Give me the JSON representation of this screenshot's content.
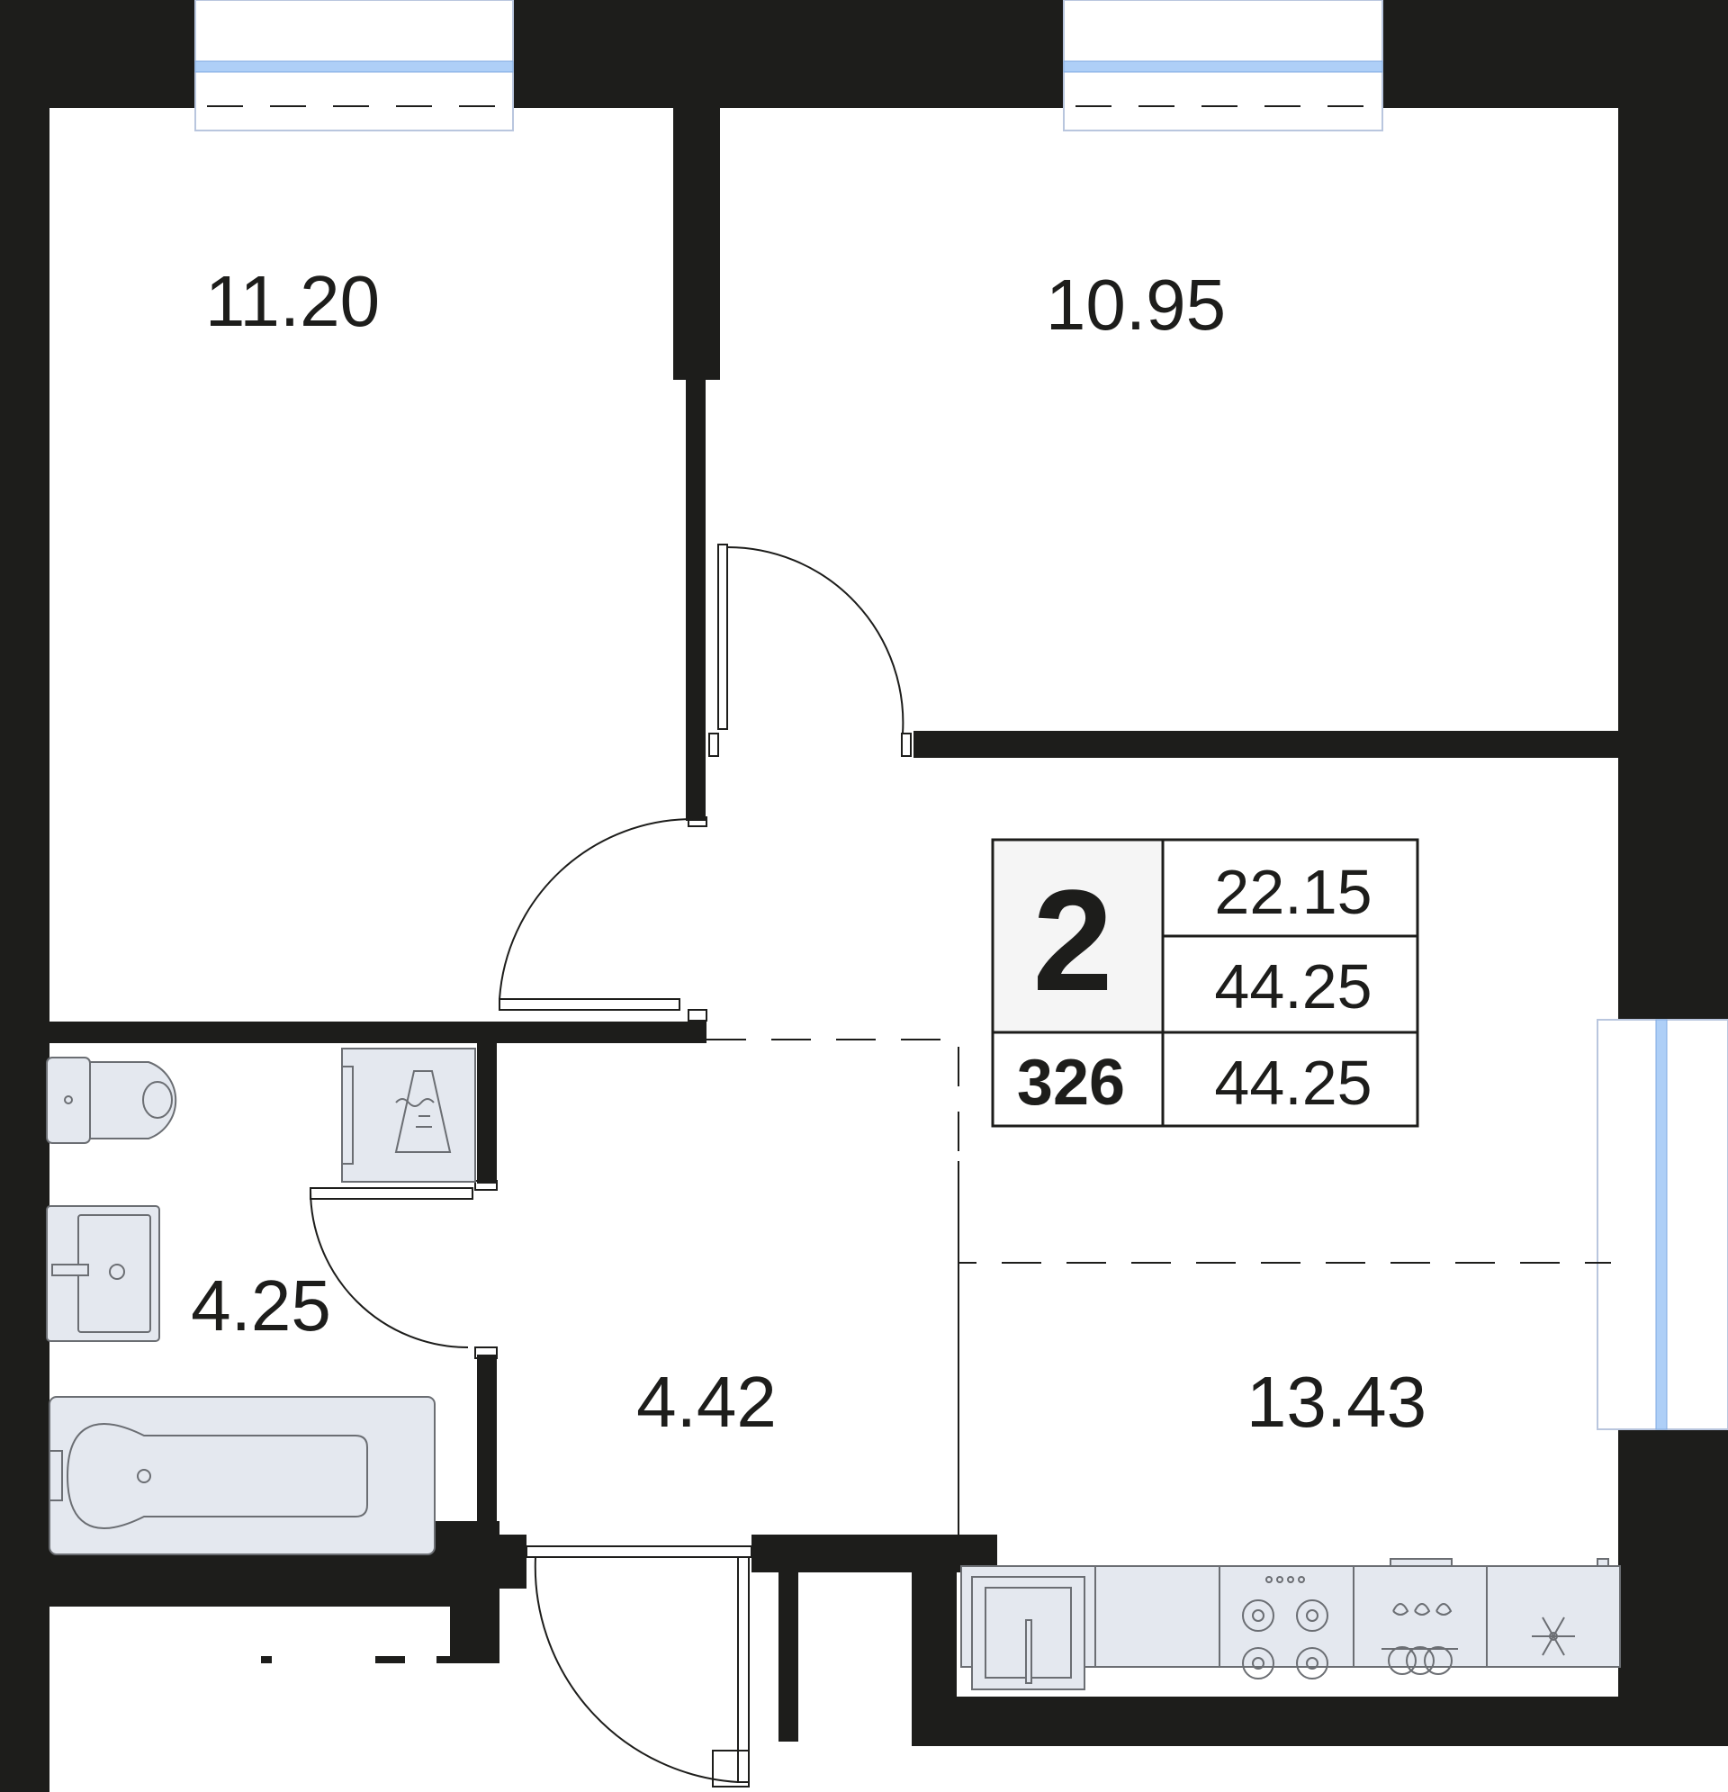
{
  "rooms": {
    "bedroom_left": {
      "area": "11.20"
    },
    "bedroom_right": {
      "area": "10.95"
    },
    "bathroom": {
      "area": "4.25"
    },
    "hallway": {
      "area": "4.42"
    },
    "kitchen_living": {
      "area": "13.43"
    }
  },
  "info_box": {
    "rooms_count": "2",
    "apartment_number": "326",
    "living_area": "22.15",
    "total_area": "44.25",
    "total_area_with_balcony": "44.25"
  },
  "colors": {
    "wall": "#1d1d1b",
    "fixture_fill": "#e4e8ef",
    "window_glass": "#aecff7"
  },
  "icons": [
    "toilet-icon",
    "washing-machine-icon",
    "sink-icon",
    "bathtub-icon",
    "kitchen-sink-icon",
    "stove-icon",
    "oven-icon",
    "fridge-icon"
  ]
}
